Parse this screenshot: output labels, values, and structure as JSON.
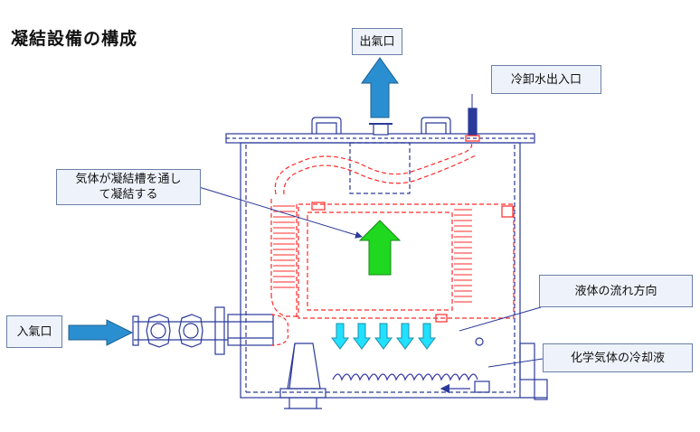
{
  "title": "凝結設備の構成",
  "labels": {
    "outlet": "出氣口",
    "coolant": "冷卸水出入口",
    "gas_line1": "気体が凝結槽を通し",
    "gas_line2": "て凝結する",
    "inlet": "入氣口",
    "flow": "液体の流れ方向",
    "chemical": "化学気体の冷却液"
  },
  "colors": {
    "tank_outline": "#2b3a9a",
    "condenser": "#ff2a2a",
    "arrow_blue": "#2a8fd0",
    "arrow_green": "#1fd81f",
    "arrow_cyan": "#22e0ff",
    "liquid": "#3a3aaa"
  }
}
